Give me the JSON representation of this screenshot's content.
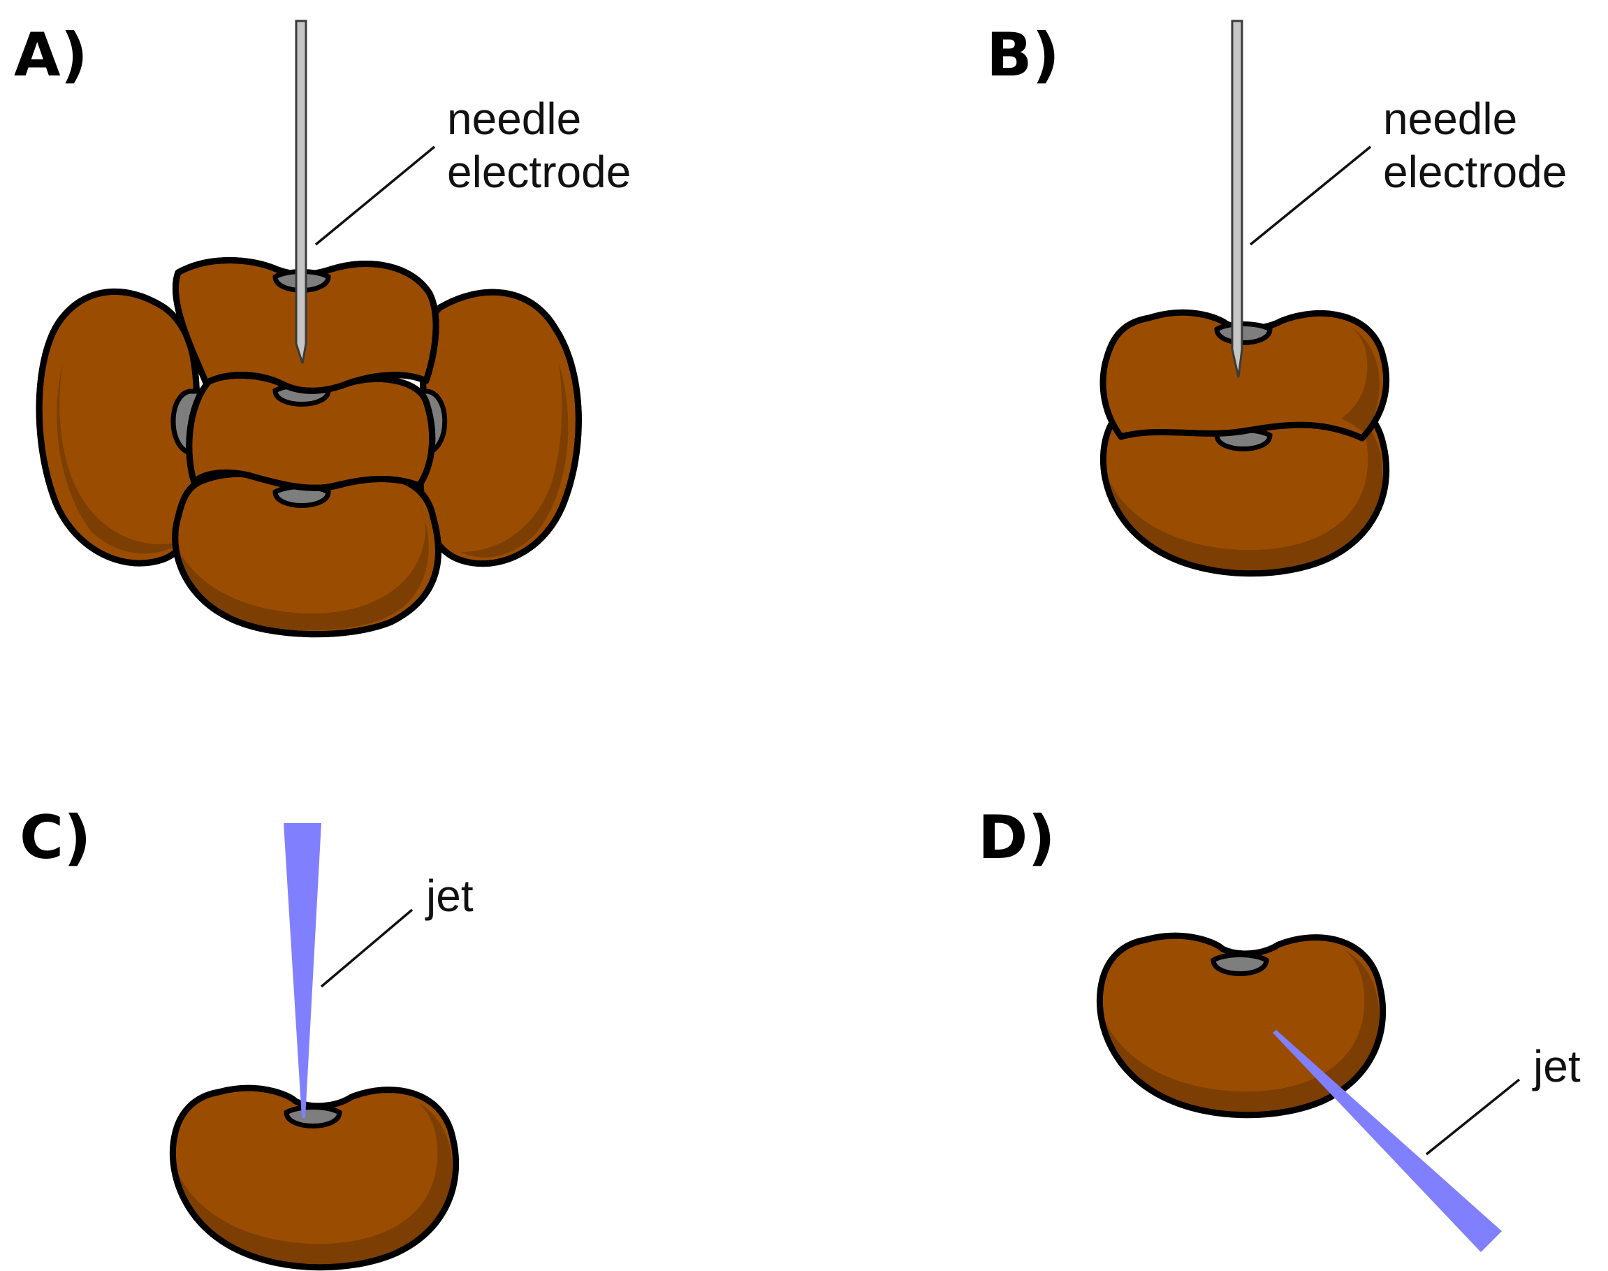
{
  "panels": {
    "a": {
      "label": "A)",
      "callout": [
        "needle",
        "electrode"
      ]
    },
    "b": {
      "label": "B)",
      "callout": [
        "needle",
        "electrode"
      ]
    },
    "c": {
      "label": "C)",
      "callout": [
        "jet"
      ]
    },
    "d": {
      "label": "D)",
      "callout": [
        "jet"
      ]
    }
  },
  "colors": {
    "bean": "#9a4d00",
    "bean_shade": "#7c3e02",
    "hilum": "#7e7e7e",
    "needle": "#c6c6c6",
    "jet": "#8080ff",
    "outline": "#000000"
  }
}
